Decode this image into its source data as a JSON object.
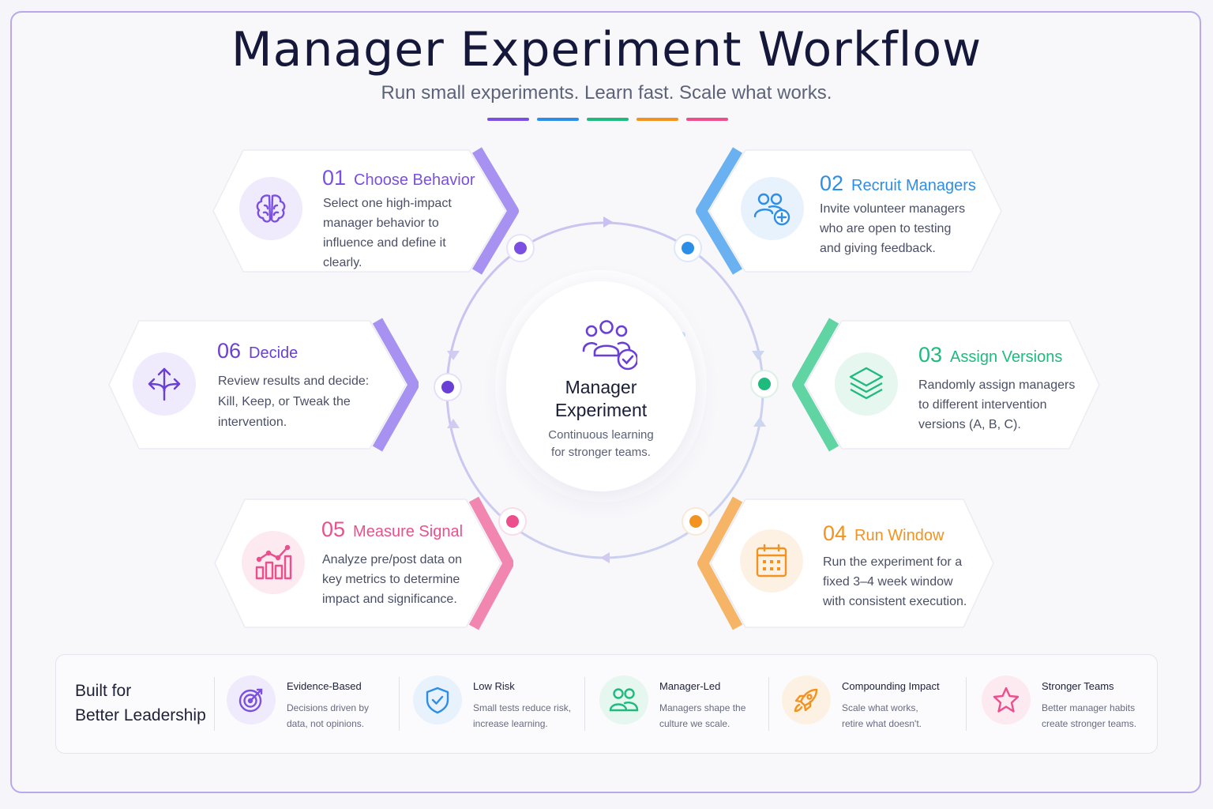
{
  "header": {
    "title": "Manager Experiment Workflow",
    "subtitle": "Run small experiments. Learn fast. Scale what works."
  },
  "colors": {
    "purple": "#7b4fe0",
    "blue": "#2d8ee8",
    "green": "#1fba7e",
    "orange": "#f29321",
    "pink": "#ec4f8c",
    "violet": "#6a3fd6"
  },
  "center": {
    "title_line1": "Manager",
    "title_line2": "Experiment",
    "sub_line1": "Continuous learning",
    "sub_line2": "for stronger teams.",
    "icon": "team-check-icon"
  },
  "steps": [
    {
      "num": "01",
      "label": "Choose Behavior",
      "icon": "brain-icon",
      "color": "#7b4fe0",
      "desc": [
        "Select one high-impact",
        "manager behavior to",
        "influence and define it",
        "clearly."
      ]
    },
    {
      "num": "02",
      "label": "Recruit Managers",
      "icon": "add-users-icon",
      "color": "#2d8ee8",
      "desc": [
        "Invite volunteer managers",
        "who are open to testing",
        "and giving feedback."
      ]
    },
    {
      "num": "03",
      "label": "Assign Versions",
      "icon": "layers-icon",
      "color": "#1fba7e",
      "desc": [
        "Randomly assign managers",
        "to different intervention",
        "versions (A, B, C)."
      ]
    },
    {
      "num": "04",
      "label": "Run Window",
      "icon": "calendar-icon",
      "color": "#f29321",
      "desc": [
        "Run the experiment for a",
        "fixed 3–4 week window",
        "with consistent execution."
      ]
    },
    {
      "num": "05",
      "label": "Measure Signal",
      "icon": "bar-chart-icon",
      "color": "#ec4f8c",
      "desc": [
        "Analyze pre/post data on",
        "key metrics to determine",
        "impact and significance."
      ]
    },
    {
      "num": "06",
      "label": "Decide",
      "icon": "split-arrows-icon",
      "color": "#6a3fd6",
      "desc": [
        "Review results and decide:",
        "Kill, Keep, or Tweak the",
        "intervention."
      ]
    }
  ],
  "footer": {
    "title_line1": "Built for",
    "title_line2": "Better Leadership",
    "features": [
      {
        "title": "Evidence-Based",
        "desc": [
          "Decisions driven by",
          "data, not opinions."
        ],
        "icon": "target-icon",
        "color": "#7b4fe0"
      },
      {
        "title": "Low Risk",
        "desc": [
          "Small tests reduce risk,",
          "increase learning."
        ],
        "icon": "shield-check-icon",
        "color": "#2d8ee8"
      },
      {
        "title": "Manager-Led",
        "desc": [
          "Managers shape the",
          "culture we scale."
        ],
        "icon": "people-icon",
        "color": "#1fba7e"
      },
      {
        "title": "Compounding Impact",
        "desc": [
          "Scale what works,",
          "retire what doesn't."
        ],
        "icon": "rocket-icon",
        "color": "#f29321"
      },
      {
        "title": "Stronger Teams",
        "desc": [
          "Better manager habits",
          "create stronger teams."
        ],
        "icon": "star-icon",
        "color": "#ec4f8c"
      }
    ]
  }
}
